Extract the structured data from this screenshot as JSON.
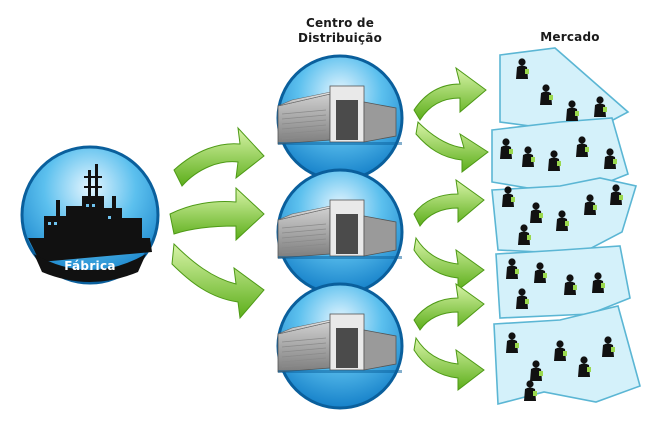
{
  "labels": {
    "centro_line1": "Centro de",
    "centro_line2": "Distribuição",
    "mercado": "Mercado",
    "fabrica": "Fábrica"
  },
  "nodes": {
    "factory": {
      "icon": "factory-ship-silhouette-icon"
    },
    "distribution_centers": [
      {
        "icon": "warehouse-icon"
      },
      {
        "icon": "warehouse-icon"
      },
      {
        "icon": "warehouse-icon"
      }
    ],
    "market_regions": [
      {
        "people": 4
      },
      {
        "people": 5
      },
      {
        "people": 6
      },
      {
        "people": 5
      },
      {
        "people": 6
      }
    ]
  },
  "colors": {
    "sphere_light": "#e6f6ff",
    "sphere_mid": "#5cc0ee",
    "sphere_dark": "#0c78c4",
    "sphere_rim": "#0a5f9c",
    "arrow_light": "#d8f4a8",
    "arrow_dark": "#5cae1a",
    "region_fill": "#d4f1fa",
    "region_stroke": "#5bb6d4",
    "person": "#111111",
    "person_accent": "#9ad84e"
  }
}
